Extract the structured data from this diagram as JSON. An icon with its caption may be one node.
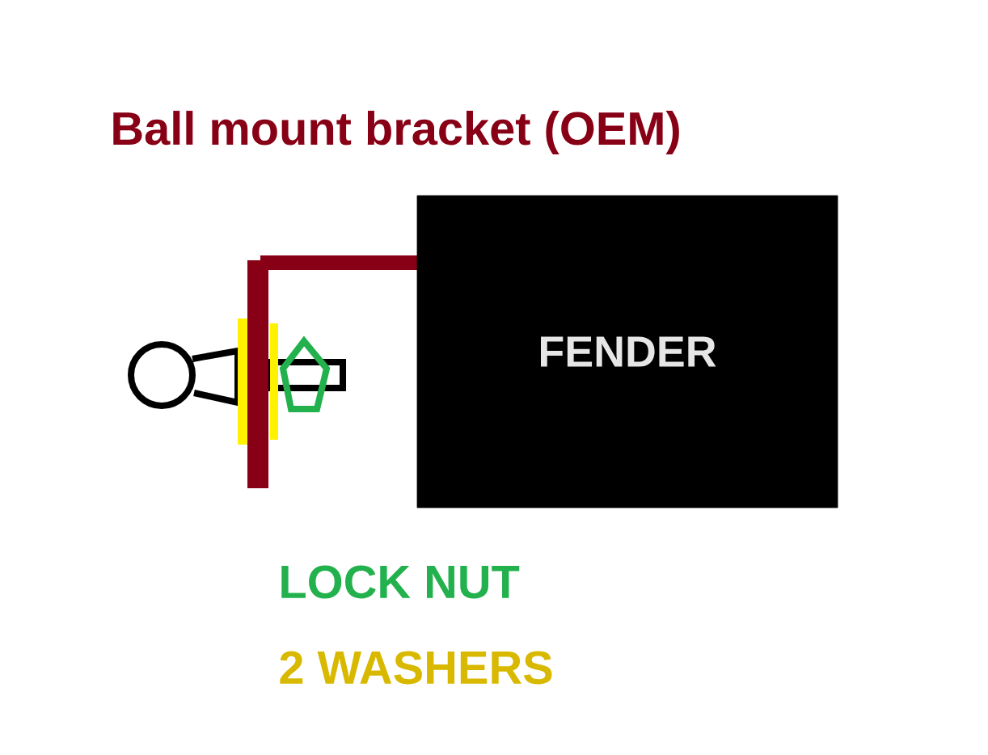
{
  "diagram": {
    "nodes": [
      {
        "text": [
          "FENDER"
        ]
      }
    ],
    "labels": [
      "Ball mount bracket (OEM)",
      "LOCK NUT",
      "2 WASHERS"
    ]
  }
}
